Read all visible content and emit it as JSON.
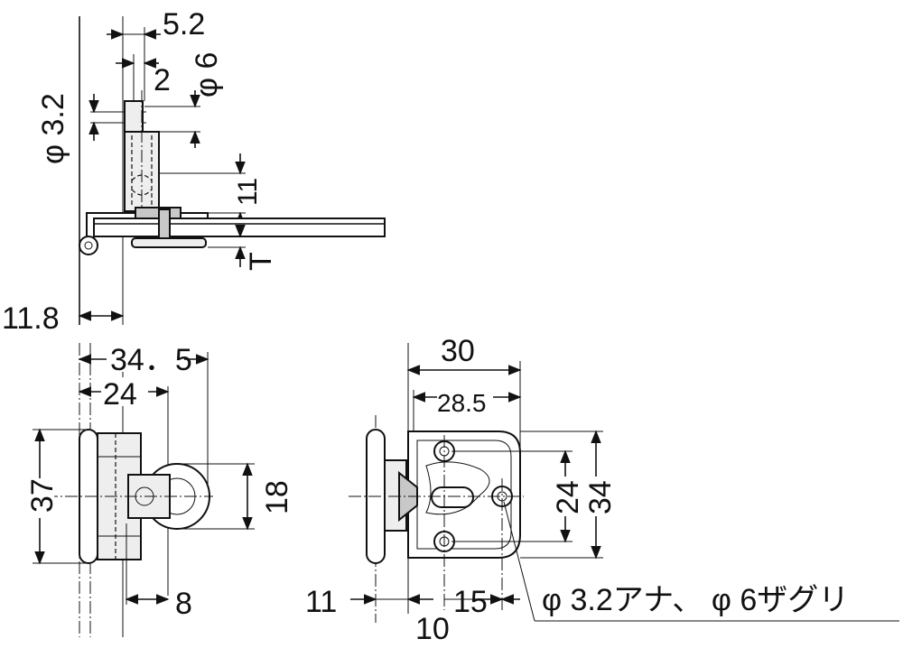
{
  "side_view": {
    "dims": {
      "d_5_2": "5.2",
      "d_2": "2",
      "d_phi6": "φ 6",
      "d_phi3_2": "φ 3.2",
      "d_11": "11",
      "d_T": "T",
      "d_11_8": "11.8"
    }
  },
  "front_view": {
    "dims": {
      "d_34_5": "34．5",
      "d_24": "24",
      "d_37": "37",
      "d_18": "18",
      "d_8": "8"
    }
  },
  "plate_view": {
    "dims": {
      "d_30": "30",
      "d_28_5": "28.5",
      "d_24": "24",
      "d_34": "34",
      "d_11": "11",
      "d_15": "15",
      "d_10": "10"
    },
    "note": "φ 3.2アナ、 φ 6ザグリ"
  }
}
